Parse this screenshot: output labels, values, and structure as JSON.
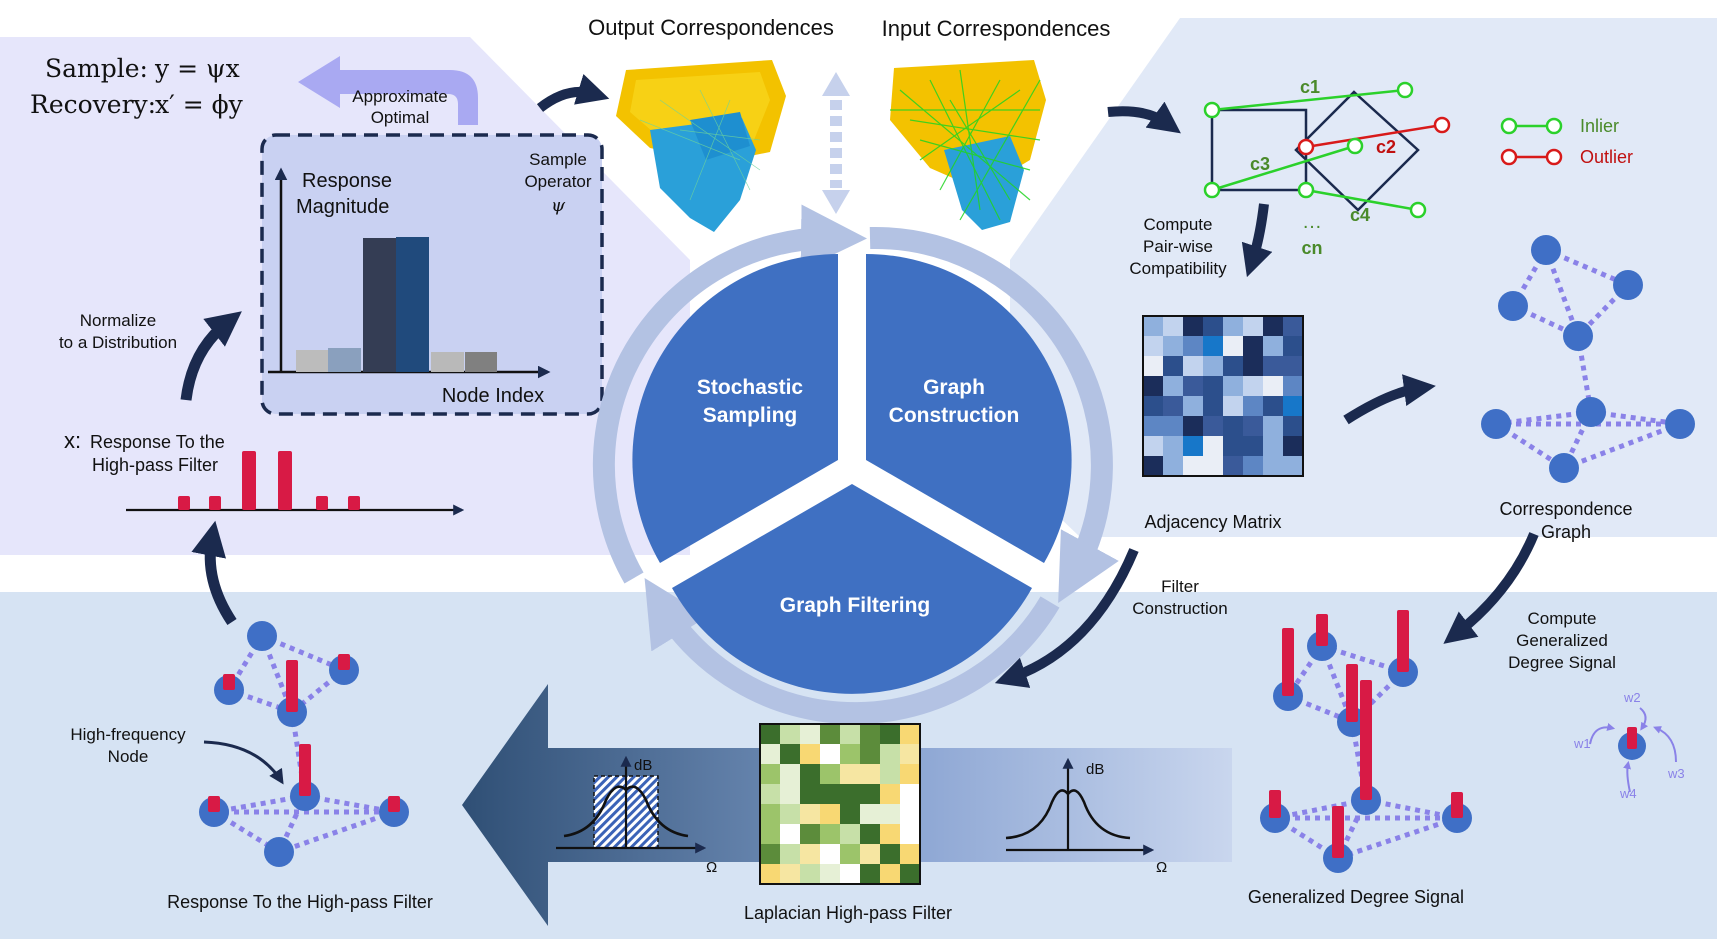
{
  "colors": {
    "topLeftPanel": "#e6e6fb",
    "topRightPanel": "#e1e9f7",
    "bottomPanel": "#d6e3f3",
    "cycleBlue": "#3f70c2",
    "ringLight": "#b3c2e3",
    "navy": "#1b2a4e",
    "red": "#d81a45",
    "purpleDots": "#8a82e8",
    "nodeBlue": "#3f6fc6",
    "inlier": "#2bd12b",
    "outlier": "#d81a1a",
    "approxArrow": "#a9a9f2"
  },
  "cycle": {
    "sampling_line1": "Stochastic",
    "sampling_line2": "Sampling",
    "construction_line1": "Graph",
    "construction_line2": "Construction",
    "filtering": "Graph Filtering"
  },
  "top_left": {
    "sample_label": "Sample:",
    "sample_formula": "y = ψx",
    "recovery_label": "Recovery:",
    "recovery_formula": "x′ = ϕy",
    "approx_line1": "Approximate",
    "approx_line2": "Optimal",
    "response_line1": "Response",
    "response_line2": "Magnitude",
    "operator_line1": "Sample",
    "operator_line2": "Operator",
    "operator_symbol": "ψ",
    "node_index": "Node Index",
    "normalize_line1": "Normalize",
    "normalize_line2": "to a Distribution",
    "x_symbol": "x:",
    "x_line1": "Response To the",
    "x_line2": "High-pass Filter"
  },
  "top_center": {
    "output_title": "Output Correspondences",
    "input_title": "Input Correspondences"
  },
  "top_right": {
    "c1": "c1",
    "c2": "c2",
    "c3": "c3",
    "c4": "c4",
    "dots": "…",
    "cn": "cn",
    "inlier": "Inlier",
    "outlier": "Outlier",
    "compute_line1": "Compute",
    "compute_line2": "Pair-wise",
    "compute_line3": "Compatibility",
    "adjacency": "Adjacency Matrix",
    "graph_line1": "Correspondence",
    "graph_line2": "Graph"
  },
  "bottom": {
    "filter_line1": "Filter",
    "filter_line2": "Construction",
    "degree_line1": "Compute",
    "degree_line2": "Generalized",
    "degree_line3": "Degree Signal",
    "w1": "w1",
    "w2": "w2",
    "w3": "w3",
    "w4": "w4",
    "generalized": "Generalized Degree Signal",
    "laplacian": "Laplacian High-pass Filter",
    "db_left": "dB",
    "omega_left": "Ω",
    "db_right": "dB",
    "omega_right": "Ω",
    "hf_line1": "High-frequency",
    "hf_line2": "Node",
    "response_caption": "Response To the High-pass Filter"
  }
}
